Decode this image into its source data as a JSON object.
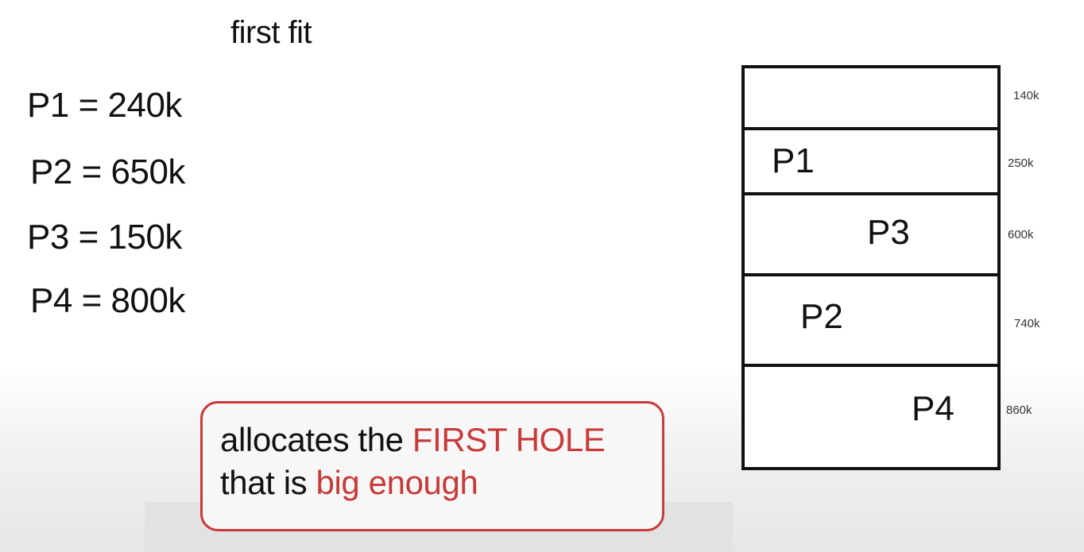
{
  "title": "first fit",
  "processes": [
    {
      "name": "P1",
      "size": "240k"
    },
    {
      "name": "P2",
      "size": "650k"
    },
    {
      "name": "P3",
      "size": "150k"
    },
    {
      "name": "P4",
      "size": "800k"
    }
  ],
  "equals": "=",
  "callout": {
    "line1_plain": "allocates the ",
    "line1_accent": "FIRST HOLE",
    "line2_plain": "that is ",
    "line2_accent": "big enough"
  },
  "memory_blocks": [
    {
      "label": "",
      "hole_size": "140k"
    },
    {
      "label": "P1",
      "hole_size": "250k"
    },
    {
      "label": "P3",
      "hole_size": "600k"
    },
    {
      "label": "P2",
      "hole_size": "740k"
    },
    {
      "label": "P4",
      "hole_size": "860k"
    }
  ],
  "colors": {
    "accent": "#c83a3a",
    "text": "#111111",
    "border": "#111111"
  }
}
